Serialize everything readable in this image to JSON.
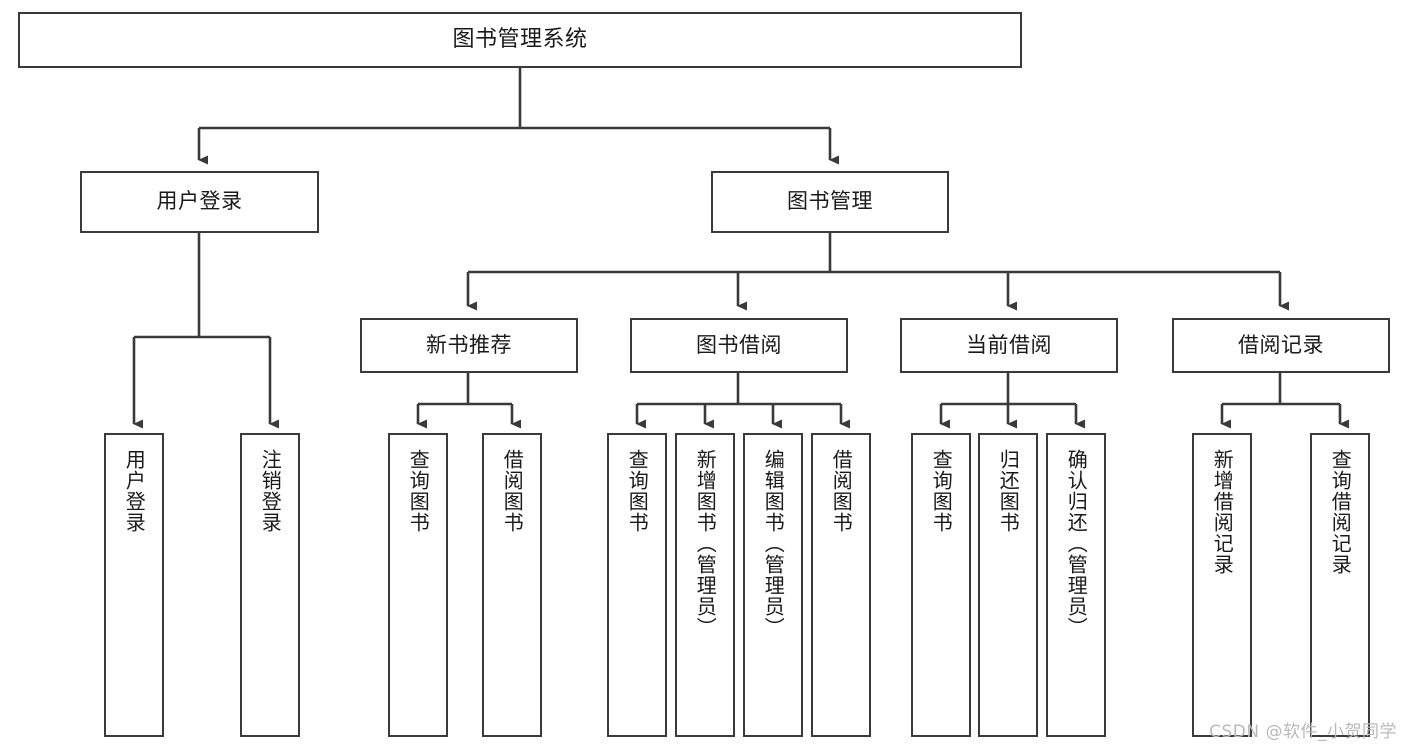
{
  "diagram": {
    "title": "图书管理系统",
    "type": "tree-hierarchy-diagram",
    "watermark": "CSDN @软件_小贺同学",
    "colors": {
      "box_border": "#3a3a3a",
      "box_fill": "#ffffff",
      "edge": "#3a3a3a",
      "text": "#1a1a1a",
      "watermark": "#b9b9b9",
      "background": "#ffffff"
    },
    "nodes": {
      "root": {
        "label": "图书管理系统"
      },
      "level2": [
        {
          "id": "user-login",
          "label": "用户登录"
        },
        {
          "id": "book-manage",
          "label": "图书管理"
        }
      ],
      "level3": [
        {
          "id": "new-book-recommend",
          "label": "新书推荐"
        },
        {
          "id": "book-borrow",
          "label": "图书借阅"
        },
        {
          "id": "current-borrow",
          "label": "当前借阅"
        },
        {
          "id": "borrow-record",
          "label": "借阅记录"
        }
      ],
      "leaves": {
        "user_login": [
          {
            "id": "leaf-user-login",
            "label": "用户登录"
          },
          {
            "id": "leaf-logout-login",
            "label": "注销登录"
          }
        ],
        "new_book_recommend": [
          {
            "id": "leaf-query-book-1",
            "label": "查询图书"
          },
          {
            "id": "leaf-borrow-book-1",
            "label": "借阅图书"
          }
        ],
        "book_borrow": [
          {
            "id": "leaf-query-book-2",
            "label": "查询图书"
          },
          {
            "id": "leaf-add-book",
            "label": "新增图书（管理员）"
          },
          {
            "id": "leaf-edit-book",
            "label": "编辑图书（管理员）"
          },
          {
            "id": "leaf-borrow-book-2",
            "label": "借阅图书"
          }
        ],
        "current_borrow": [
          {
            "id": "leaf-query-book-3",
            "label": "查询图书"
          },
          {
            "id": "leaf-return-book",
            "label": "归还图书"
          },
          {
            "id": "leaf-confirm-return",
            "label": "确认归还（管理员）"
          }
        ],
        "borrow_record": [
          {
            "id": "leaf-add-record",
            "label": "新增借阅记录"
          },
          {
            "id": "leaf-query-record",
            "label": "查询借阅记录"
          }
        ]
      }
    }
  }
}
